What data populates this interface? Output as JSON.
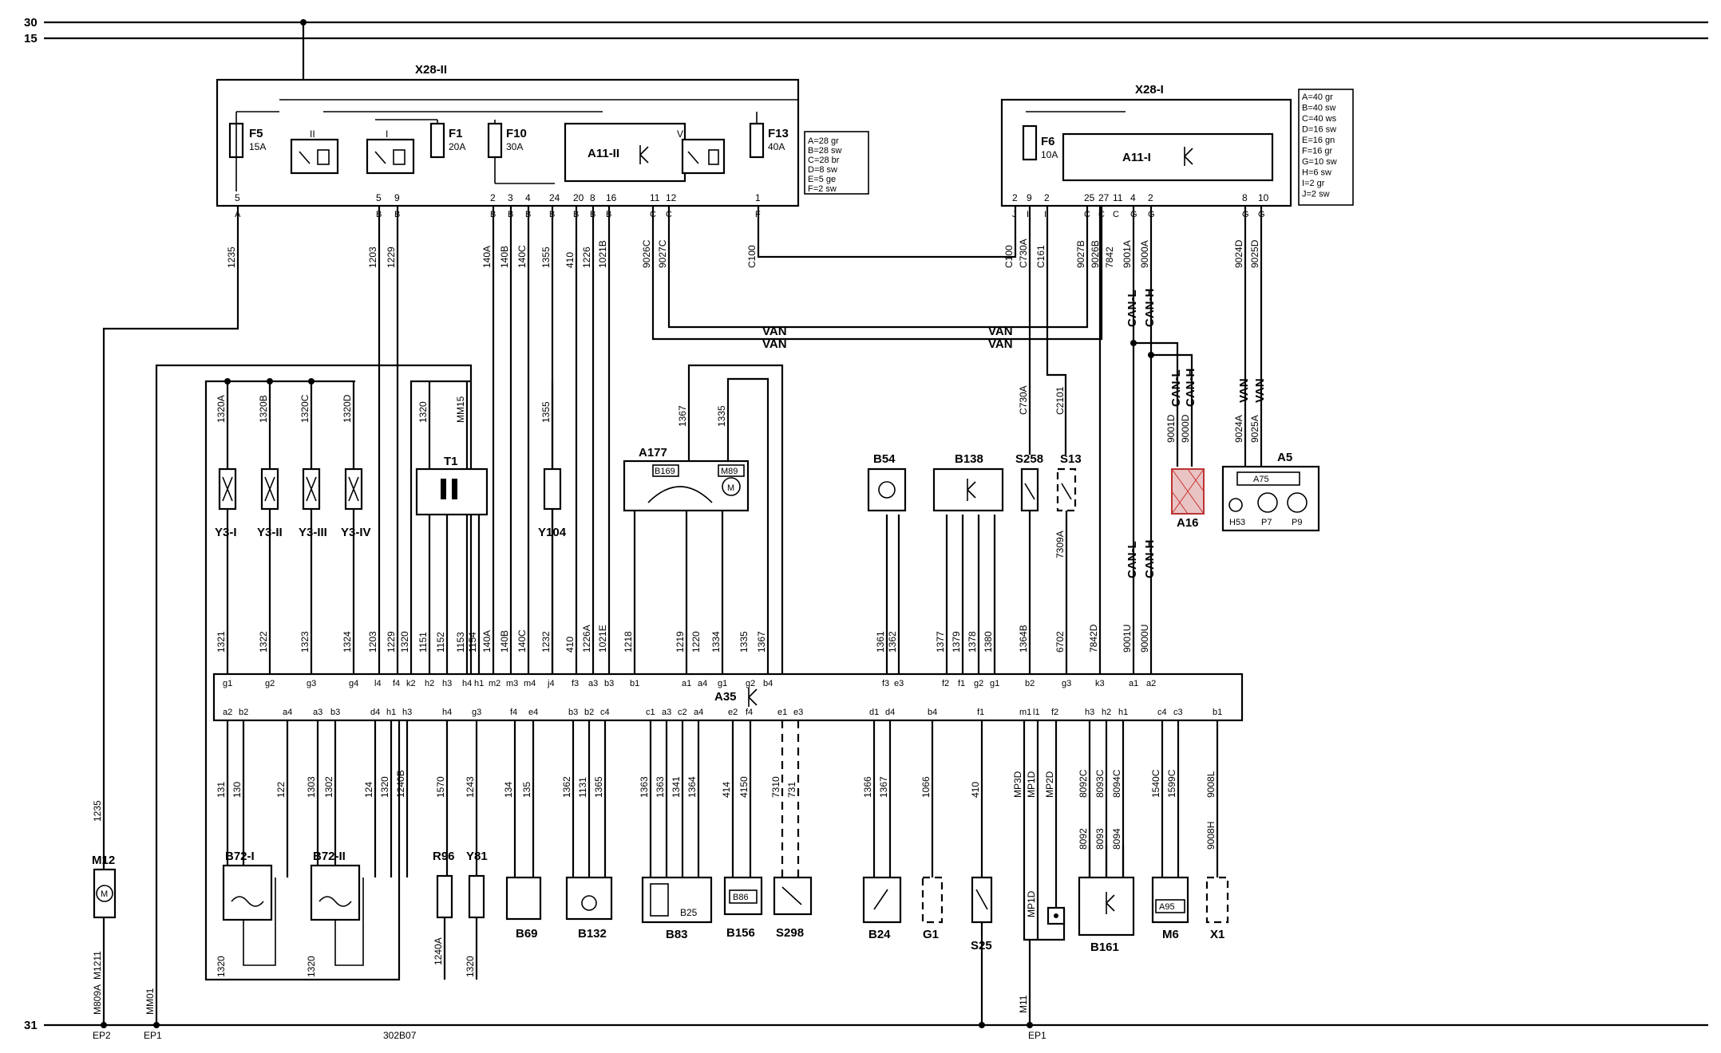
{
  "rails": {
    "top1": "30",
    "top2": "15",
    "bottom": "31",
    "ground": [
      "EP2",
      "EP1",
      "302B07",
      "EP1"
    ]
  },
  "boxes": {
    "x28_ii": "X28-II",
    "x28_i": "X28-I"
  },
  "fuses": {
    "f5": {
      "name": "F5",
      "rating": "15A"
    },
    "f1": {
      "name": "F1",
      "rating": "20A"
    },
    "f10": {
      "name": "F10",
      "rating": "30A"
    },
    "f13": {
      "name": "F13",
      "rating": "40A"
    },
    "f6": {
      "name": "F6",
      "rating": "10A"
    }
  },
  "relays": {
    "ii": "II",
    "i": "I",
    "v": "V"
  },
  "modules": {
    "a11_ii": "A11-II",
    "a11_i": "A11-I",
    "a35": "A35"
  },
  "legend_ii": [
    "A=28 gr",
    "B=28 sw",
    "C=28 br",
    "D=8 sw",
    "E=5 ge",
    "F=2 sw"
  ],
  "legend_i": [
    "A=40 gr",
    "B=40 sw",
    "C=40 ws",
    "D=16 sw",
    "E=16 gn",
    "F=16 gr",
    "G=10 sw",
    "H=6 sw",
    "I=2 gr",
    "J=2 sw"
  ],
  "x28ii_pins": [
    "5",
    "5",
    "9",
    "2",
    "3",
    "4",
    "24",
    "20",
    "8",
    "16",
    "11",
    "12",
    "1"
  ],
  "x28ii_conns": [
    "A",
    "B",
    "B",
    "B",
    "B",
    "B",
    "B",
    "B",
    "B",
    "B",
    "C",
    "C",
    "F"
  ],
  "x28i_pins": [
    "2",
    "9",
    "2",
    "25",
    "27",
    "11",
    "4",
    "2",
    "8",
    "10"
  ],
  "x28i_conns": [
    "J",
    "I",
    "I",
    "C",
    "C",
    "C",
    "G",
    "G",
    "G",
    "G"
  ],
  "upper_wires": [
    "1235",
    "1203",
    "1229",
    "140A",
    "140B",
    "140C",
    "1355",
    "410",
    "1226",
    "1021B",
    "9026C",
    "9027C",
    "C100",
    "C100",
    "C730A",
    "C161",
    "9027B",
    "9026B",
    "7842",
    "9001A",
    "9000A",
    "9024D",
    "9025D"
  ],
  "bus": {
    "van": "VAN",
    "can_l": "CAN-L",
    "can_h": "CAN-H"
  },
  "components": {
    "y3_i": "Y3-I",
    "y3_ii": "Y3-II",
    "y3_iii": "Y3-III",
    "y3_iv": "Y3-IV",
    "t1": "T1",
    "y104": "Y104",
    "a177": "A177",
    "b169": "B169",
    "m89": "M89",
    "b54": "B54",
    "b138": "B138",
    "s258": "S258",
    "s13": "S13",
    "a16": "A16",
    "a5": "A5",
    "a75": "A75",
    "h53": "H53",
    "p7": "P7",
    "p9": "P9",
    "m12": "M12",
    "b72_i": "B72-I",
    "b72_ii": "B72-II",
    "r96": "R96",
    "y81": "Y81",
    "b69": "B69",
    "b132": "B132",
    "b83": "B83",
    "b25": "B25",
    "b156": "B156",
    "b86": "B86",
    "s298": "S298",
    "b24": "B24",
    "g1": "G1",
    "s25": "S25",
    "b161": "B161",
    "m6": "M6",
    "a95": "A95",
    "x1": "X1"
  },
  "mid_wires": [
    "1320A",
    "1320B",
    "1320C",
    "1320D",
    "1320",
    "MM15",
    "1355",
    "1367",
    "1335",
    "C730A",
    "C2101",
    "9001D",
    "9000D",
    "9024A",
    "9025A",
    "7309A"
  ],
  "a35_top_wires": [
    "1321",
    "1322",
    "1323",
    "1324",
    "1203",
    "1229",
    "1320",
    "1151",
    "1152",
    "1153",
    "1154",
    "140A",
    "140B",
    "140C",
    "1232",
    "410",
    "1226A",
    "1021E",
    "1218",
    "1219",
    "1220",
    "1334",
    "1335",
    "1367",
    "1361",
    "1362",
    "1377",
    "1379",
    "1378",
    "1380",
    "1364B",
    "6702",
    "7842D",
    "9001U",
    "9000U"
  ],
  "a35_top_pins": [
    "g1",
    "g2",
    "g3",
    "g4",
    "l4",
    "f4",
    "k2",
    "h2",
    "h3",
    "h4",
    "h1",
    "m2",
    "m3",
    "m4",
    "j4",
    "f3",
    "a3",
    "b3",
    "b1",
    "a1",
    "a4",
    "g1",
    "g2",
    "b4",
    "f3",
    "e3",
    "f2",
    "f1",
    "g2",
    "g1",
    "b2",
    "g3",
    "k3",
    "a1",
    "a2"
  ],
  "a35_bottom_wires": [
    "131",
    "130",
    "122",
    "1303",
    "1302",
    "124",
    "1320",
    "1240B",
    "1570",
    "1243",
    "134",
    "135",
    "1362",
    "1131",
    "1365",
    "1363",
    "1363",
    "1341",
    "1364",
    "414",
    "4150",
    "7310",
    "731",
    "1366",
    "1367",
    "1066",
    "410",
    "MP3D",
    "MP1D",
    "MP2D",
    "8092C",
    "8093C",
    "8094C",
    "1540C",
    "1599C",
    "9008L"
  ],
  "a35_bottom_pins": [
    "a2",
    "b2",
    "a4",
    "a3",
    "b3",
    "d4",
    "h1",
    "h3",
    "h4",
    "g3",
    "f4",
    "e4",
    "b3",
    "b2",
    "c4",
    "c1",
    "a3",
    "c2",
    "a4",
    "e2",
    "f4",
    "e1",
    "e3",
    "d1",
    "d4",
    "b4",
    "f1",
    "m1",
    "l1",
    "f2",
    "h3",
    "h2",
    "h1",
    "c4",
    "c3",
    "b1"
  ],
  "lower_wires": [
    "1235",
    "M1211",
    "M809A",
    "MM01",
    "1320",
    "1320",
    "1240A",
    "1320",
    "8092",
    "8093",
    "8094",
    "9008H",
    "M11",
    "MP1D"
  ]
}
